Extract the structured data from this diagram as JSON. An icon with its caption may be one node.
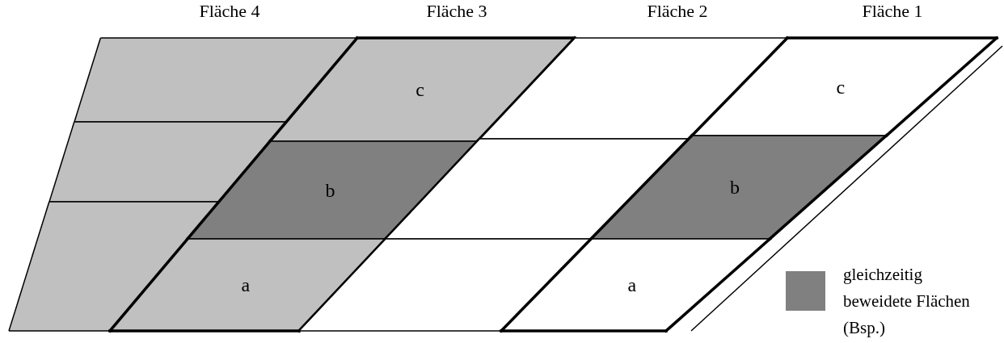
{
  "diagram": {
    "nodes": [
      {
        "text": [],
        "shape": "box"
      },
      {
        "text": [],
        "shape": "box"
      },
      {
        "text": [],
        "shape": "box"
      },
      {
        "text": [
          "c"
        ]
      },
      {
        "text": [
          "b"
        ]
      },
      {
        "text": [
          "a"
        ]
      },
      {
        "text": [],
        "shape": "box"
      },
      {
        "text": [],
        "shape": "box"
      },
      {
        "text": [],
        "shape": "box"
      },
      {
        "text": [
          "c"
        ]
      },
      {
        "text": [
          "b"
        ]
      },
      {
        "text": [
          "a"
        ]
      }
    ],
    "labels": [
      "Fläche 4",
      "Fläche 3",
      "Fläche 2",
      "Fläche 1"
    ],
    "legend": [
      {
        "text": "gleichzeitig beweidete Flächen (Bsp.)",
        "color": "#808080"
      }
    ]
  }
}
